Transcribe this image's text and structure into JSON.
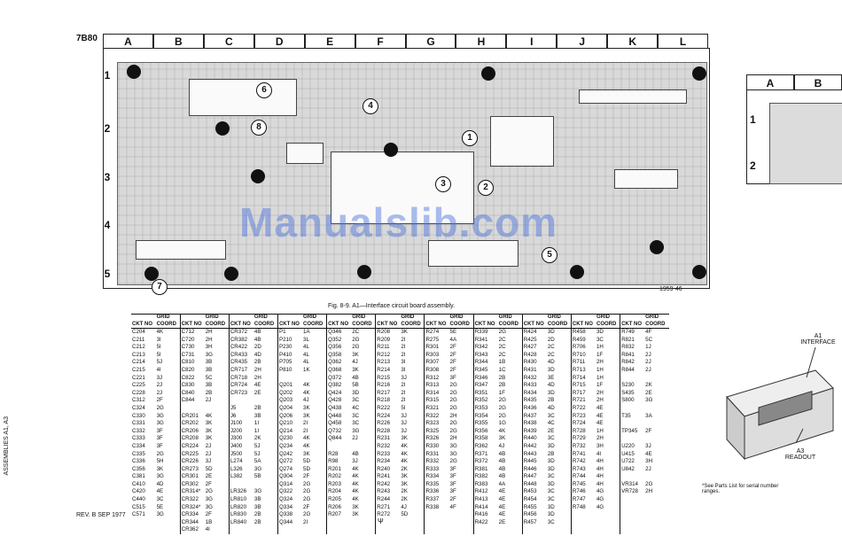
{
  "page": {
    "tag": "7B80",
    "revision": "REV. B SEP 1977",
    "side_text": "ASSEMBLIES A1, A3",
    "page_mark": "Ψ"
  },
  "board": {
    "columns": [
      "A",
      "B",
      "C",
      "D",
      "E",
      "F",
      "G",
      "H",
      "I",
      "J",
      "K",
      "L"
    ],
    "rows": [
      "1",
      "2",
      "3",
      "4",
      "5"
    ],
    "callouts": [
      "1",
      "2",
      "3",
      "4",
      "5",
      "6",
      "7",
      "8"
    ],
    "board_number": "1959-46",
    "watermark": "Manualslib.com",
    "caption": "Fig. 8-9.  A1—Interface circuit board assembly."
  },
  "inset": {
    "columns": [
      "A",
      "B"
    ],
    "rows": [
      "1",
      "2"
    ]
  },
  "module": {
    "label_top": "A1\nINTERFACE",
    "label_bottom": "A3\nREADOUT",
    "note": "*See Parts List for serial number ranges."
  },
  "table": {
    "headers": [
      "CKT NO",
      "GRID COORD"
    ],
    "columns": [
      [
        [
          "C204",
          "4K"
        ],
        [
          "C211",
          "3I"
        ],
        [
          "C212",
          "5I"
        ],
        [
          "C213",
          "5I"
        ],
        [
          "C214",
          "5J"
        ],
        [
          "C215",
          "4I"
        ],
        [
          "C221",
          "3J"
        ],
        [
          "C225",
          "2J"
        ],
        [
          "C228",
          "2J"
        ],
        [
          "C312",
          "2F"
        ],
        [
          "C324",
          "2G"
        ],
        [
          "C330",
          "3G"
        ],
        [
          "C331",
          "3G"
        ],
        [
          "C332",
          "3F"
        ],
        [
          "C333",
          "3F"
        ],
        [
          "C334",
          "3F"
        ],
        [
          "C335",
          "2G"
        ],
        [
          "C336",
          "5H"
        ],
        [
          "C356",
          "3K"
        ],
        [
          "C381",
          "3G"
        ],
        [
          "C410",
          "4D"
        ],
        [
          "C420",
          "4E"
        ],
        [
          "C440",
          "3C"
        ],
        [
          "C515",
          "5E"
        ],
        [
          "C571",
          "3G"
        ]
      ],
      [
        [
          "C712",
          "2H"
        ],
        [
          "C720",
          "2H"
        ],
        [
          "C730",
          "3H"
        ],
        [
          "C731",
          "3G"
        ],
        [
          "C810",
          "3B"
        ],
        [
          "C820",
          "3B"
        ],
        [
          "C822",
          "5C"
        ],
        [
          "C830",
          "3B"
        ],
        [
          "C840",
          "2B"
        ],
        [
          "C844",
          "2J"
        ],
        [
          "",
          ""
        ],
        [
          "CR201",
          "4K"
        ],
        [
          "CR202",
          "3K"
        ],
        [
          "CR206",
          "3K"
        ],
        [
          "CR208",
          "3K"
        ],
        [
          "CR224",
          "2J"
        ],
        [
          "CR225",
          "2J"
        ],
        [
          "CR226",
          "3J"
        ],
        [
          "CR273",
          "5D"
        ],
        [
          "CR301",
          "2E"
        ],
        [
          "CR302",
          "2F"
        ],
        [
          "CR314*",
          "2G"
        ],
        [
          "CR322",
          "3G"
        ],
        [
          "CR324*",
          "3G"
        ],
        [
          "CR334",
          "2F"
        ],
        [
          "CR344",
          "1B"
        ],
        [
          "CR362",
          "4I"
        ]
      ],
      [
        [
          "CR372",
          "4B"
        ],
        [
          "CR382",
          "4B"
        ],
        [
          "CR422",
          "2D"
        ],
        [
          "CR433",
          "4D"
        ],
        [
          "CR435",
          "2B"
        ],
        [
          "CR717",
          "2H"
        ],
        [
          "CR718",
          "2H"
        ],
        [
          "CR724",
          "4E"
        ],
        [
          "CR723",
          "2E"
        ],
        [
          "",
          ""
        ],
        [
          "J5",
          "2B"
        ],
        [
          "J6",
          "3B"
        ],
        [
          "J100",
          "1I"
        ],
        [
          "J200",
          "1I"
        ],
        [
          "J300",
          "2K"
        ],
        [
          "J400",
          "5J"
        ],
        [
          "J500",
          "5J"
        ],
        [
          "L274",
          "5A"
        ],
        [
          "L326",
          "3G"
        ],
        [
          "L382",
          "5B"
        ],
        [
          "",
          ""
        ],
        [
          "LR326",
          "3G"
        ],
        [
          "LR810",
          "3B"
        ],
        [
          "LR820",
          "3B"
        ],
        [
          "LR830",
          "2B"
        ],
        [
          "LR840",
          "2B"
        ]
      ],
      [
        [
          "P1",
          "1A"
        ],
        [
          "P210",
          "3L"
        ],
        [
          "P230",
          "4L"
        ],
        [
          "P410",
          "4L"
        ],
        [
          "P705",
          "4L"
        ],
        [
          "P810",
          "1K"
        ],
        [
          "",
          ""
        ],
        [
          "Q201",
          "4K"
        ],
        [
          "Q202",
          "4K"
        ],
        [
          "Q203",
          "4J"
        ],
        [
          "Q204",
          "3K"
        ],
        [
          "Q206",
          "3K"
        ],
        [
          "Q210",
          "2I"
        ],
        [
          "Q214",
          "2I"
        ],
        [
          "Q230",
          "4K"
        ],
        [
          "Q234",
          "4K"
        ],
        [
          "Q242",
          "3K"
        ],
        [
          "Q272",
          "5D"
        ],
        [
          "Q274",
          "5D"
        ],
        [
          "Q304",
          "2F"
        ],
        [
          "Q314",
          "2G"
        ],
        [
          "Q322",
          "2G"
        ],
        [
          "Q324",
          "2G"
        ],
        [
          "Q334",
          "2F"
        ],
        [
          "Q338",
          "2G"
        ],
        [
          "Q344",
          "2I"
        ]
      ],
      [
        [
          "Q346",
          "2C"
        ],
        [
          "Q352",
          "2G"
        ],
        [
          "Q356",
          "2G"
        ],
        [
          "Q358",
          "3K"
        ],
        [
          "Q362",
          "4J"
        ],
        [
          "Q368",
          "3K"
        ],
        [
          "Q372",
          "4B"
        ],
        [
          "Q382",
          "5B"
        ],
        [
          "Q424",
          "3D"
        ],
        [
          "Q428",
          "3C"
        ],
        [
          "Q438",
          "4C"
        ],
        [
          "Q448",
          "3C"
        ],
        [
          "Q458",
          "3C"
        ],
        [
          "Q732",
          "3G"
        ],
        [
          "Q844",
          "2J"
        ],
        [
          "",
          ""
        ],
        [
          "R28",
          "4B"
        ],
        [
          "R98",
          "3J"
        ],
        [
          "R201",
          "4K"
        ],
        [
          "R202",
          "4K"
        ],
        [
          "R203",
          "4K"
        ],
        [
          "R204",
          "4K"
        ],
        [
          "R205",
          "4K"
        ],
        [
          "R206",
          "3K"
        ],
        [
          "R207",
          "3K"
        ]
      ],
      [
        [
          "R208",
          "3K"
        ],
        [
          "R209",
          "2I"
        ],
        [
          "R211",
          "2I"
        ],
        [
          "R212",
          "2I"
        ],
        [
          "R213",
          "3I"
        ],
        [
          "R214",
          "3I"
        ],
        [
          "R215",
          "3J"
        ],
        [
          "R216",
          "2I"
        ],
        [
          "R217",
          "2I"
        ],
        [
          "R218",
          "2I"
        ],
        [
          "R222",
          "5I"
        ],
        [
          "R224",
          "3J"
        ],
        [
          "R226",
          "3J"
        ],
        [
          "R228",
          "3J"
        ],
        [
          "R231",
          "3K"
        ],
        [
          "R232",
          "4K"
        ],
        [
          "R233",
          "4K"
        ],
        [
          "R234",
          "4K"
        ],
        [
          "R240",
          "2K"
        ],
        [
          "R241",
          "3K"
        ],
        [
          "R242",
          "3K"
        ],
        [
          "R243",
          "2K"
        ],
        [
          "R244",
          "2K"
        ],
        [
          "R271",
          "4J"
        ],
        [
          "R272",
          "5D"
        ]
      ],
      [
        [
          "R274",
          "5E"
        ],
        [
          "R275",
          "4A"
        ],
        [
          "R301",
          "2F"
        ],
        [
          "R303",
          "2F"
        ],
        [
          "R307",
          "2F"
        ],
        [
          "R308",
          "2F"
        ],
        [
          "R312",
          "3F"
        ],
        [
          "R313",
          "2G"
        ],
        [
          "R314",
          "2G"
        ],
        [
          "R315",
          "2G"
        ],
        [
          "R321",
          "2G"
        ],
        [
          "R322",
          "2H"
        ],
        [
          "R323",
          "2G"
        ],
        [
          "R325",
          "2G"
        ],
        [
          "R326",
          "2H"
        ],
        [
          "R330",
          "3G"
        ],
        [
          "R331",
          "3G"
        ],
        [
          "R332",
          "2G"
        ],
        [
          "R333",
          "3F"
        ],
        [
          "R334",
          "3F"
        ],
        [
          "R335",
          "3F"
        ],
        [
          "R336",
          "3F"
        ],
        [
          "R337",
          "2F"
        ],
        [
          "R338",
          "4F"
        ]
      ],
      [
        [
          "R339",
          "2G"
        ],
        [
          "R341",
          "2C"
        ],
        [
          "R342",
          "2C"
        ],
        [
          "R343",
          "2C"
        ],
        [
          "R344",
          "1B"
        ],
        [
          "R345",
          "1C"
        ],
        [
          "R346",
          "2B"
        ],
        [
          "R347",
          "2B"
        ],
        [
          "R351",
          "1F"
        ],
        [
          "R352",
          "2G"
        ],
        [
          "R353",
          "2G"
        ],
        [
          "R354",
          "2G"
        ],
        [
          "R355",
          "1G"
        ],
        [
          "R356",
          "4K"
        ],
        [
          "R358",
          "3K"
        ],
        [
          "R362",
          "4J"
        ],
        [
          "R371",
          "4B"
        ],
        [
          "R372",
          "4B"
        ],
        [
          "R381",
          "4B"
        ],
        [
          "R382",
          "4B"
        ],
        [
          "R383",
          "4A"
        ],
        [
          "R412",
          "4E"
        ],
        [
          "R413",
          "4E"
        ],
        [
          "R414",
          "4E"
        ],
        [
          "R416",
          "4E"
        ],
        [
          "R422",
          "2E"
        ]
      ],
      [
        [
          "R424",
          "3D"
        ],
        [
          "R425",
          "2D"
        ],
        [
          "R427",
          "2C"
        ],
        [
          "R428",
          "2C"
        ],
        [
          "R430",
          "4D"
        ],
        [
          "R431",
          "3D"
        ],
        [
          "R432",
          "3E"
        ],
        [
          "R433",
          "4D"
        ],
        [
          "R434",
          "3D"
        ],
        [
          "R435",
          "2B"
        ],
        [
          "R436",
          "4D"
        ],
        [
          "R437",
          "3C"
        ],
        [
          "R438",
          "4C"
        ],
        [
          "R439",
          "2E"
        ],
        [
          "R440",
          "3C"
        ],
        [
          "R442",
          "3D"
        ],
        [
          "R443",
          "2B"
        ],
        [
          "R445",
          "3D"
        ],
        [
          "R446",
          "3D"
        ],
        [
          "R447",
          "3C"
        ],
        [
          "R448",
          "3D"
        ],
        [
          "R453",
          "3C"
        ],
        [
          "R454",
          "3C"
        ],
        [
          "R455",
          "3D"
        ],
        [
          "R456",
          "3D"
        ],
        [
          "R457",
          "3C"
        ]
      ],
      [
        [
          "R458",
          "3D"
        ],
        [
          "R459",
          "3C"
        ],
        [
          "R706",
          "1H"
        ],
        [
          "R710",
          "1F"
        ],
        [
          "R711",
          "2H"
        ],
        [
          "R713",
          "1H"
        ],
        [
          "R714",
          "1H"
        ],
        [
          "R715",
          "1F"
        ],
        [
          "R717",
          "2H"
        ],
        [
          "R721",
          "2H"
        ],
        [
          "R722",
          "4E"
        ],
        [
          "R723",
          "4E"
        ],
        [
          "R724",
          "4E"
        ],
        [
          "R728",
          "1H"
        ],
        [
          "R729",
          "2H"
        ],
        [
          "R732",
          "3H"
        ],
        [
          "R741",
          "4I"
        ],
        [
          "R742",
          "4H"
        ],
        [
          "R743",
          "4H"
        ],
        [
          "R744",
          "4H"
        ],
        [
          "R745",
          "4H"
        ],
        [
          "R746",
          "4G"
        ],
        [
          "R747",
          "4G"
        ],
        [
          "R748",
          "4G"
        ]
      ],
      [
        [
          "R749",
          "4F"
        ],
        [
          "R821",
          "5C"
        ],
        [
          "R832",
          "1J"
        ],
        [
          "R841",
          "2J"
        ],
        [
          "R842",
          "2J"
        ],
        [
          "R844",
          "2J"
        ],
        [
          "",
          ""
        ],
        [
          "S230",
          "2K"
        ],
        [
          "S435",
          "2E"
        ],
        [
          "S800",
          "3G"
        ],
        [
          "",
          ""
        ],
        [
          "T35",
          "3A"
        ],
        [
          "",
          ""
        ],
        [
          "TP345",
          "2F"
        ],
        [
          "",
          ""
        ],
        [
          "U220",
          "3J"
        ],
        [
          "U415",
          "4E"
        ],
        [
          "U722",
          "3H"
        ],
        [
          "U842",
          "2J"
        ],
        [
          "",
          ""
        ],
        [
          "VR314",
          "2G"
        ],
        [
          "VR728",
          "2H"
        ]
      ]
    ]
  }
}
